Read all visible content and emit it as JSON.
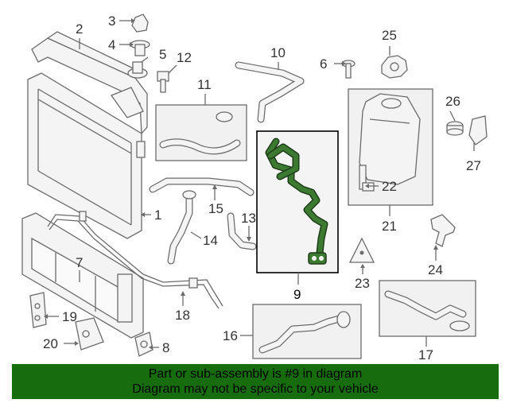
{
  "callouts": {
    "c1": "1",
    "c2": "2",
    "c3": "3",
    "c4": "4",
    "c5": "5",
    "c6": "6",
    "c7": "7",
    "c8": "8",
    "c9": "9",
    "c10": "10",
    "c11": "11",
    "c12": "12",
    "c13": "13",
    "c14": "14",
    "c15": "15",
    "c16": "16",
    "c17": "17",
    "c18": "18",
    "c19": "19",
    "c20": "20",
    "c21": "21",
    "c22": "22",
    "c23": "23",
    "c24": "24",
    "c25": "25",
    "c26": "26",
    "c27": "27"
  },
  "highlight": {
    "part_number": "9",
    "color": "#3c7a31"
  },
  "banner": {
    "line1": "Part or sub-assembly is #9 in diagram",
    "line2": "Diagram may not be specific to your vehicle",
    "background": "#176d0d"
  }
}
